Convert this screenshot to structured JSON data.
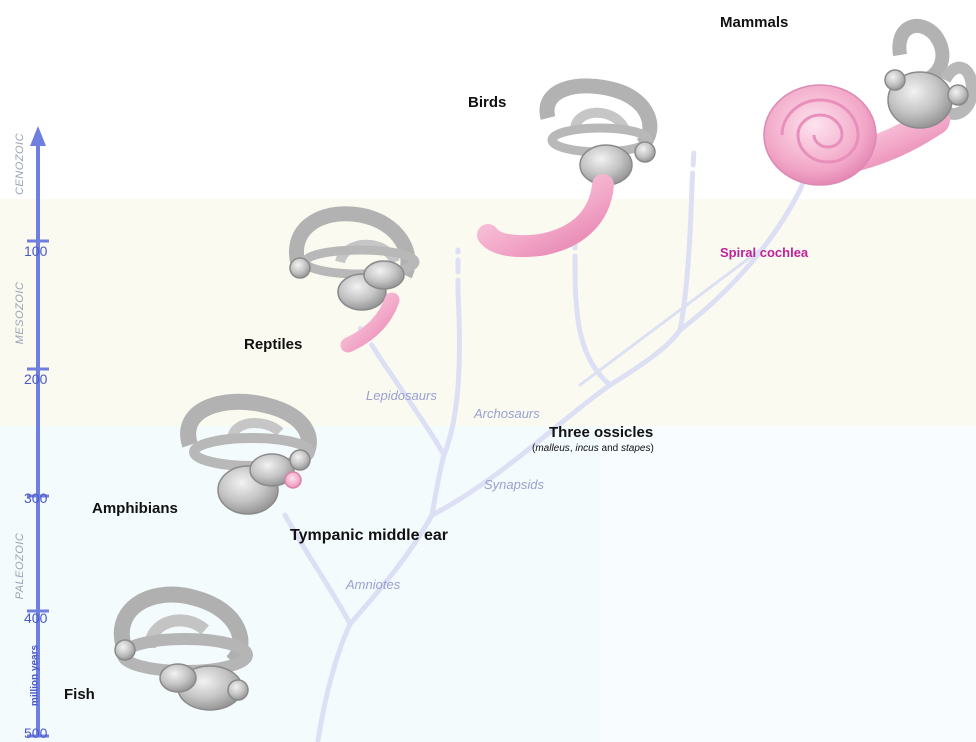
{
  "axis": {
    "unit": "million years",
    "ticks": [
      "100",
      "200",
      "300",
      "400",
      "500"
    ],
    "eras": [
      "CENOZOIC",
      "MESOZOIC",
      "PALEOZOIC"
    ],
    "color": "#6f7fe0"
  },
  "animals": {
    "fish": "Fish",
    "amphibians": "Amphibians",
    "reptiles": "Reptiles",
    "birds": "Birds",
    "mammals": "Mammals"
  },
  "clades": {
    "amniotes": "Amniotes",
    "synapsids": "Synapsids",
    "archosaurs": "Archosaurs",
    "lepidosaurs": "Lepidosaurs"
  },
  "innovations": {
    "tympanic": "Tympanic middle ear",
    "ossicles_title": "Three ossicles",
    "ossicles_detail_open": "(",
    "ossicles_malleus": "malleus",
    "ossicles_sep1": ", ",
    "ossicles_incus": "incus",
    "ossicles_and": " and ",
    "ossicles_stapes": "stapes",
    "ossicles_detail_close": ")",
    "cochlea": "Spiral cochlea"
  },
  "colors": {
    "mesozoic_band": "#fafaf0",
    "paleozoic_band": "#f4fbfd",
    "tree": "#dde0f4",
    "bone": "#bdbdbd",
    "cochlea": "#f2a9c9",
    "cochlea_label": "#c0229a"
  }
}
